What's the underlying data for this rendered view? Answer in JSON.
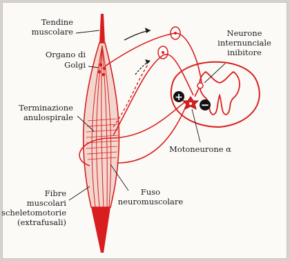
{
  "colors": {
    "paper": "#fbfaf7",
    "red": "#d81e1e",
    "dark_red": "#a81414",
    "ink": "#1a1a1a"
  },
  "labels": {
    "tendine": [
      "Tendine",
      "muscolare"
    ],
    "golgi": [
      "Organo di",
      "Golgi"
    ],
    "terminazione": [
      "Terminazione",
      "anulospirale"
    ],
    "fibre": [
      "Fibre",
      "muscolari",
      "scheletomotorie",
      "(extrafusali)"
    ],
    "fuso": [
      "Fuso",
      "neuromuscolare"
    ],
    "neurone": [
      "Neurone",
      "internunciale",
      "inibitore"
    ],
    "motoneurone": "Motoneurone α",
    "plus_sign": "+",
    "minus_sign": "−"
  }
}
